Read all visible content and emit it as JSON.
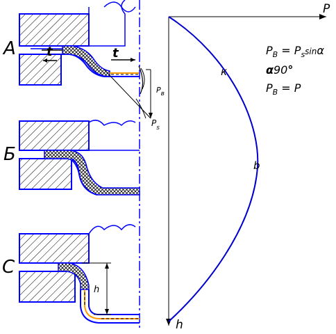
{
  "stage_labels": {
    "a": "А",
    "b": "Б",
    "c": "С"
  },
  "force_axis": {
    "p": "P",
    "h": "h"
  },
  "curve_points": {
    "k": "к",
    "b": "b"
  },
  "vectors": {
    "t_top": "t",
    "t_mid": "t",
    "pb": "P",
    "pb_sub": "в",
    "ps": "P",
    "ps_sub": "s",
    "h_dim": "h"
  },
  "formula": {
    "line1_left": "P",
    "line1_sub": "B",
    "line1_rest": " = P",
    "line1_sub2": "s",
    "line1_fn": "sin",
    "line1_tail": "α",
    "line2_a": "α",
    "line2_mid": "90",
    "line2_b": "°",
    "line3_left": "P",
    "line3_sub": "B",
    "line3_rest": " = P"
  },
  "colors": {
    "outline": "#0000ff",
    "hatch": "#000000",
    "text": "#000000",
    "strip": "#ffcc88",
    "axis": "#0000cc"
  }
}
